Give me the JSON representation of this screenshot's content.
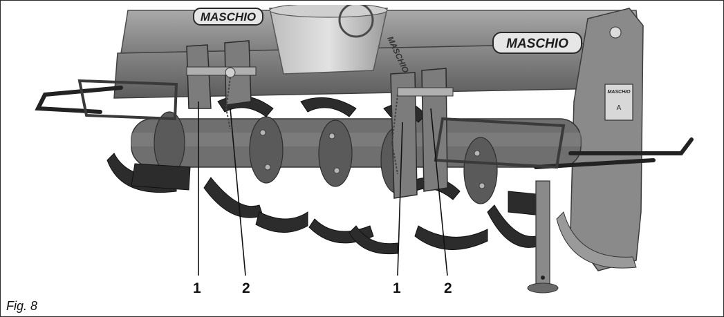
{
  "figure": {
    "caption": "Fig. 8",
    "brand_labels": [
      "MASCHIO",
      "MASCHIO",
      "MASCHIO",
      "MASCHIO"
    ],
    "plate_text": "A",
    "callouts": [
      "1",
      "2",
      "1",
      "2"
    ]
  }
}
